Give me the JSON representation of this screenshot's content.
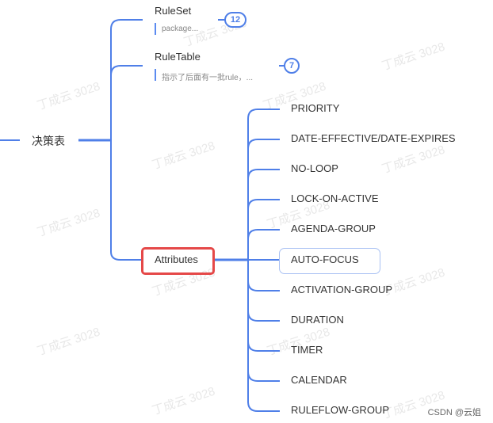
{
  "root": {
    "label": "决策表"
  },
  "branches": [
    {
      "label": "RuleSet",
      "note": "package...",
      "badge": "12"
    },
    {
      "label": "RuleTable",
      "note": "指示了后面有一批rule，...",
      "badge": "7"
    },
    {
      "label": "Attributes",
      "highlighted": true,
      "children": [
        "PRIORITY",
        "DATE-EFFECTIVE/DATE-EXPIRES",
        "NO-LOOP",
        "LOCK-ON-ACTIVE",
        "AGENDA-GROUP",
        "AUTO-FOCUS",
        "ACTIVATION-GROUP",
        "DURATION",
        "TIMER",
        "CALENDAR",
        "RULEFLOW-GROUP"
      ],
      "selected_child": "AUTO-FOCUS"
    }
  ],
  "watermark": "丁成云 3028",
  "footer": "CSDN @云姐",
  "colors": {
    "line": "#4f7fe8",
    "highlight": "#e54848",
    "focus": "#a9c1f3"
  }
}
